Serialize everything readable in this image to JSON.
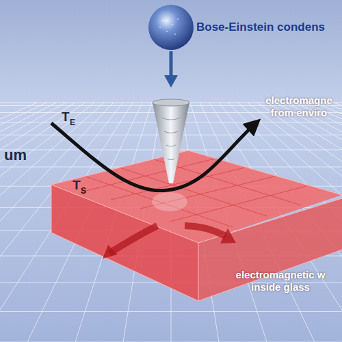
{
  "diagram": {
    "labels": [
      "Bose-Einstein condens",
      "T",
      "E",
      "um",
      "T",
      "S",
      "electromagne from enviro",
      "electromagnetic w inside glass"
    ]
  }
}
